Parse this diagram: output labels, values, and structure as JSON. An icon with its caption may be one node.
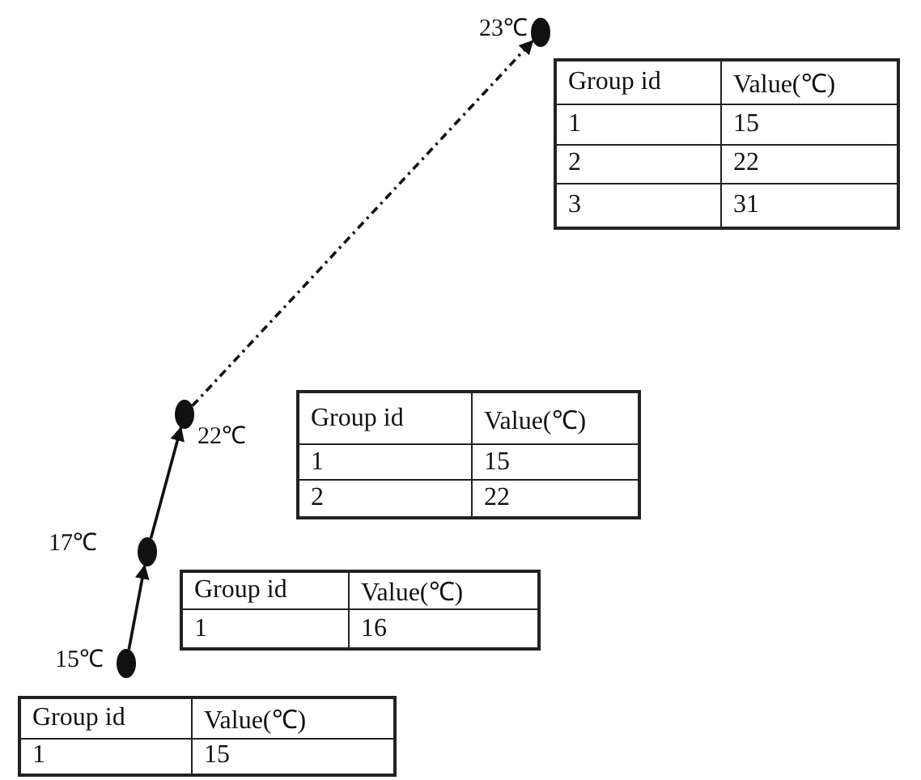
{
  "diagram": {
    "nodes": [
      {
        "text": [],
        "shape": "circle",
        "beside": [
          "23℃"
        ]
      },
      {
        "text": [
          "Group id",
          "Value(℃)",
          "1",
          "15",
          "2",
          "22",
          "3",
          "31"
        ]
      },
      {
        "text": [],
        "shape": "circle",
        "beside": [
          "22℃"
        ]
      },
      {
        "text": [
          "Group id",
          "Value(℃)",
          "1",
          "15",
          "2",
          "22"
        ]
      },
      {
        "text": [],
        "shape": "circle",
        "beside": [
          "17℃"
        ]
      },
      {
        "text": [
          "Group id",
          "Value(℃)",
          "1",
          "16"
        ]
      },
      {
        "text": [],
        "shape": "circle",
        "beside": [
          "15℃"
        ]
      },
      {
        "text": [
          "Group id",
          "Value(℃)",
          "1",
          "15"
        ]
      }
    ],
    "edges": [
      {
        "from": 6,
        "to": 4,
        "arrow": "to"
      },
      {
        "from": 4,
        "to": 2,
        "arrow": "to"
      },
      {
        "from": 2,
        "to": 0,
        "arrow": "to",
        "style": "dashed"
      }
    ]
  }
}
